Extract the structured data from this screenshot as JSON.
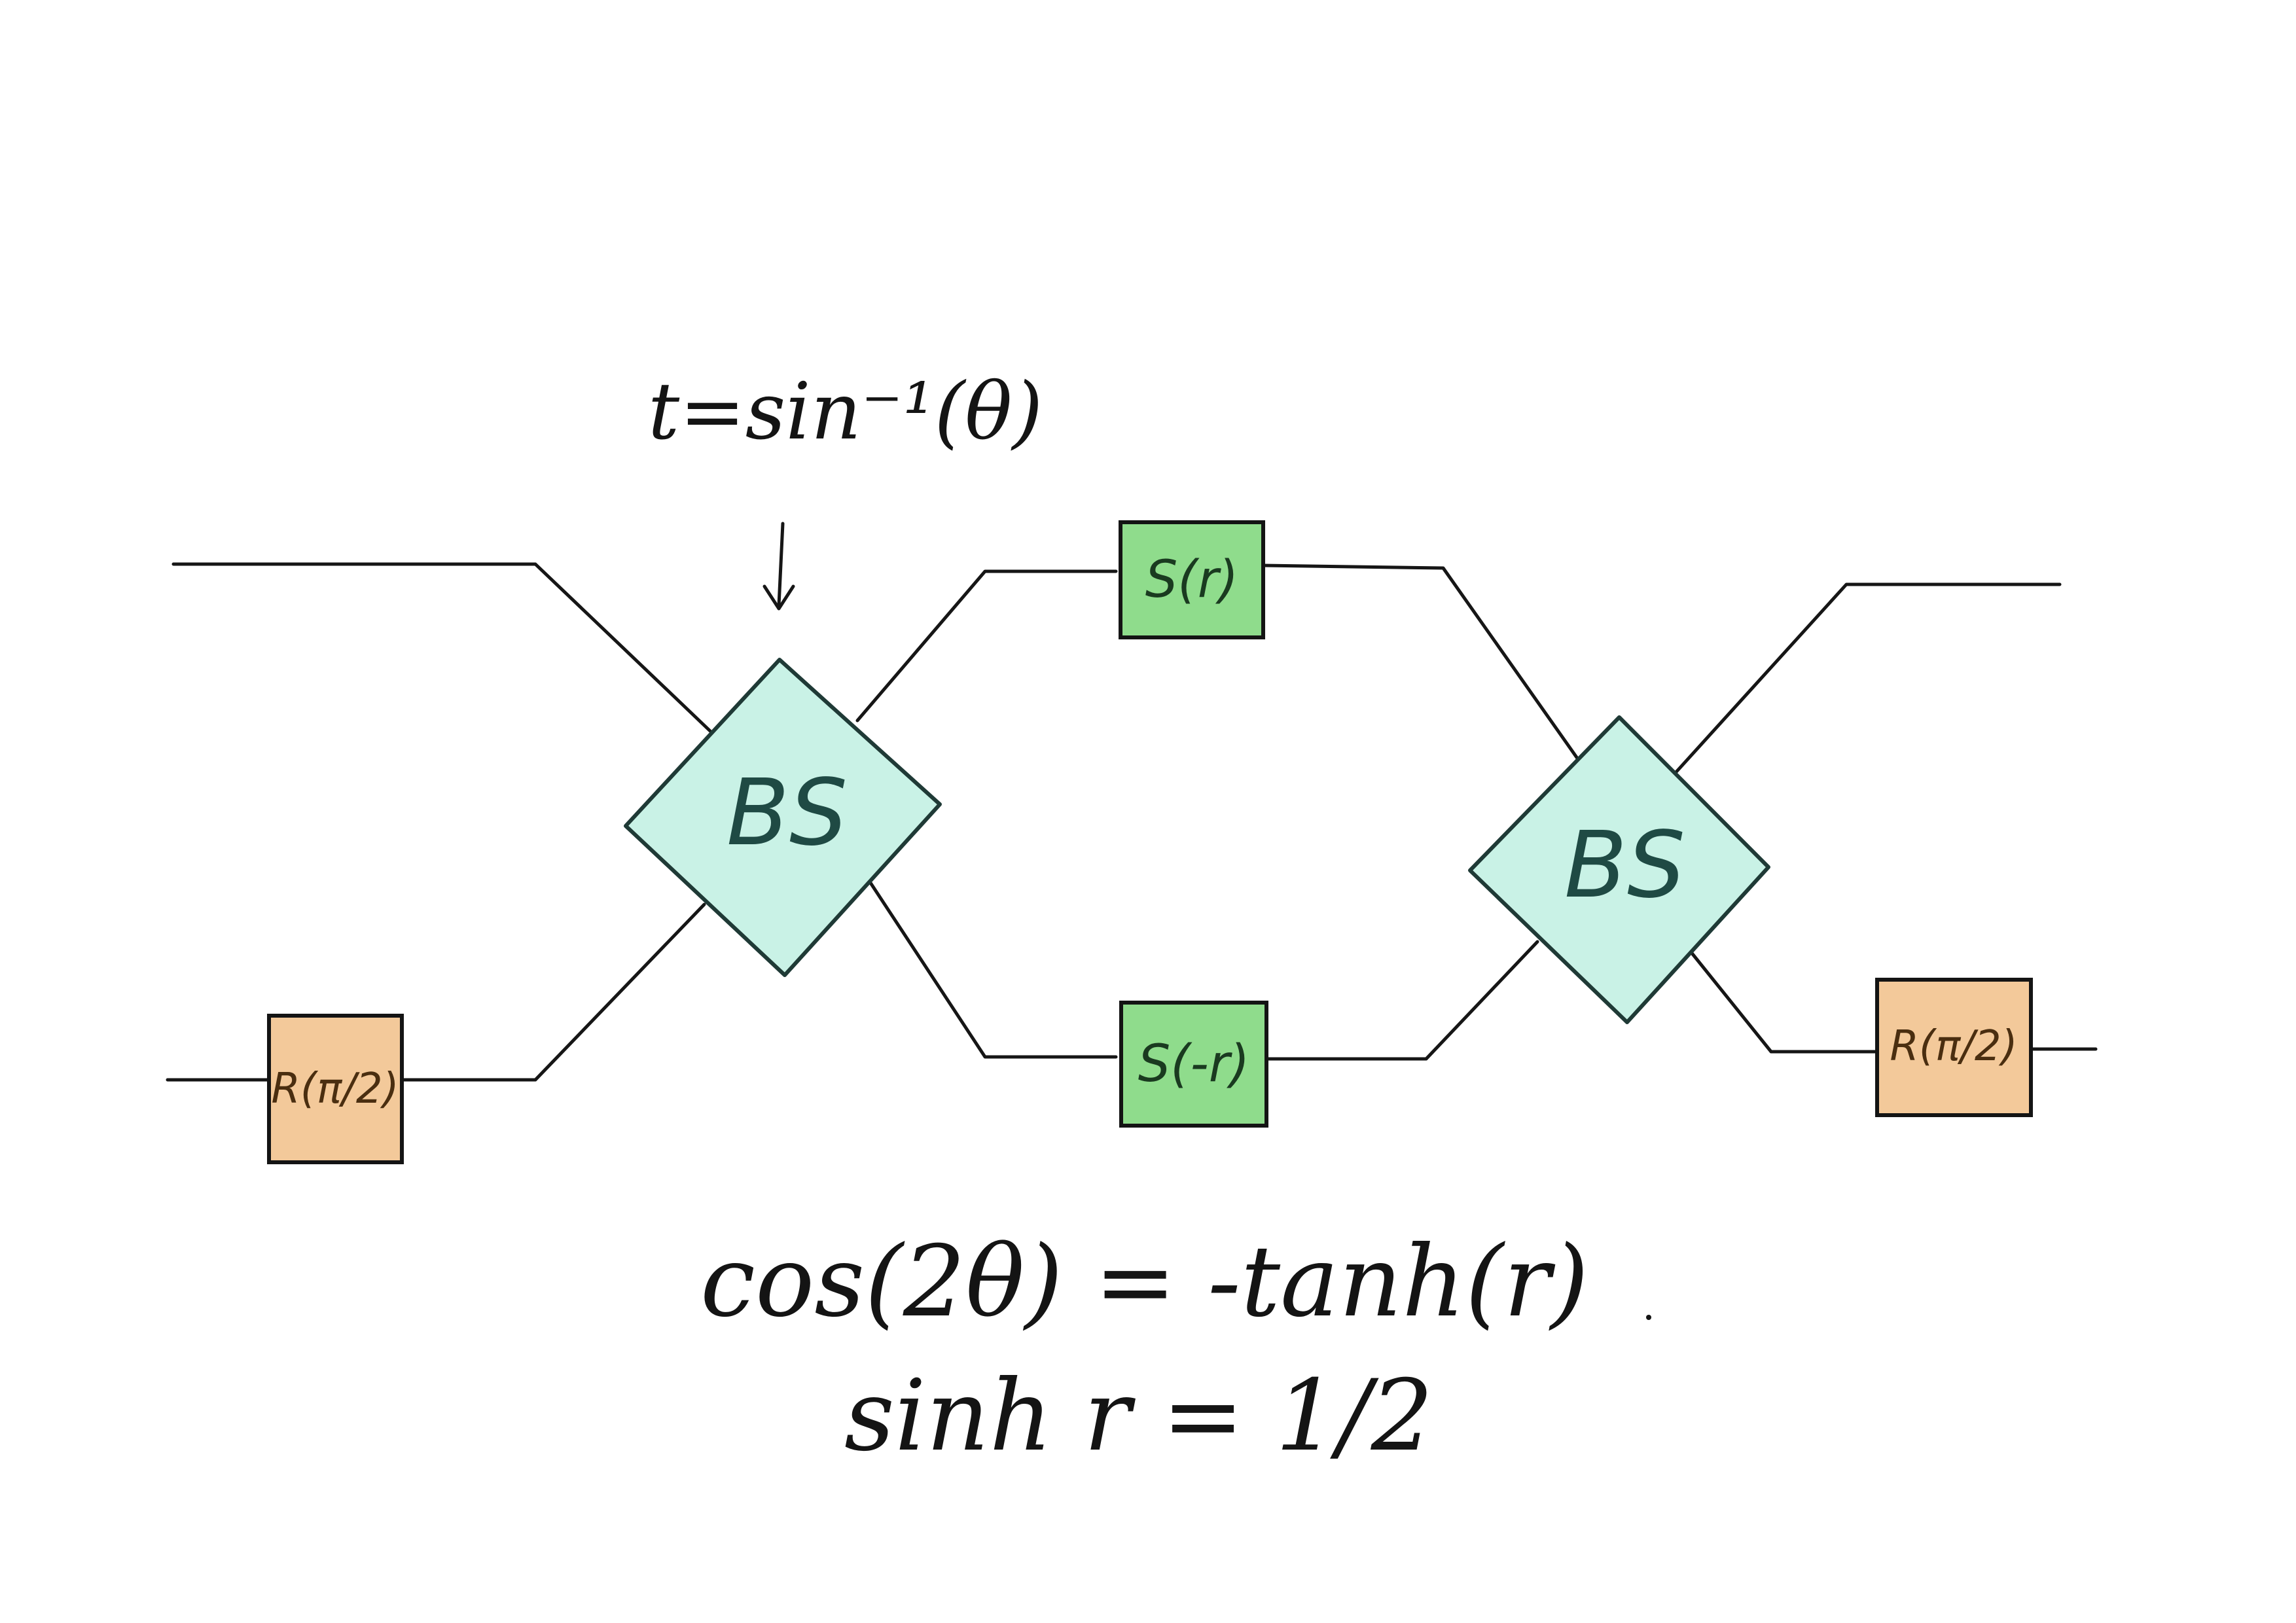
{
  "diagram": {
    "annotation": "t=sin⁻¹(θ)",
    "beam_splitter_left": "BS",
    "beam_splitter_right": "BS",
    "squeeze_top": "S(r)",
    "squeeze_bottom": "S(-r)",
    "rotation_left": "R(π/2)",
    "rotation_right": "R(π/2)",
    "equation_1": "cos(2θ) = -tanh(r)",
    "equation_2": "sinh r  =  1/2"
  },
  "colors": {
    "beam_splitter_fill": "#c9f2e6",
    "squeeze_fill": "#8fdc8c",
    "rotation_fill": "#f3c99a",
    "ink": "#141414"
  }
}
